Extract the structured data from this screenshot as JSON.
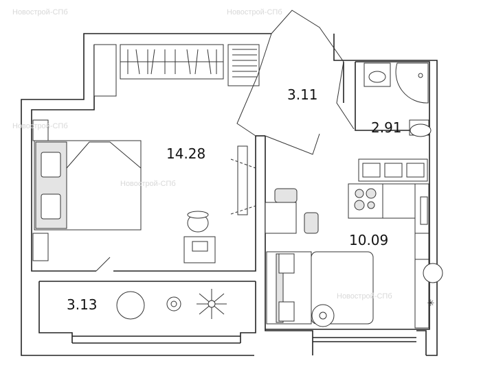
{
  "watermark": "Новострой-СПб",
  "rooms": {
    "living_room_area": "14.28",
    "hallway_area": "3.11",
    "bathroom_area": "2.91",
    "kitchen_area": "10.09",
    "balcony_area": "3.13"
  }
}
